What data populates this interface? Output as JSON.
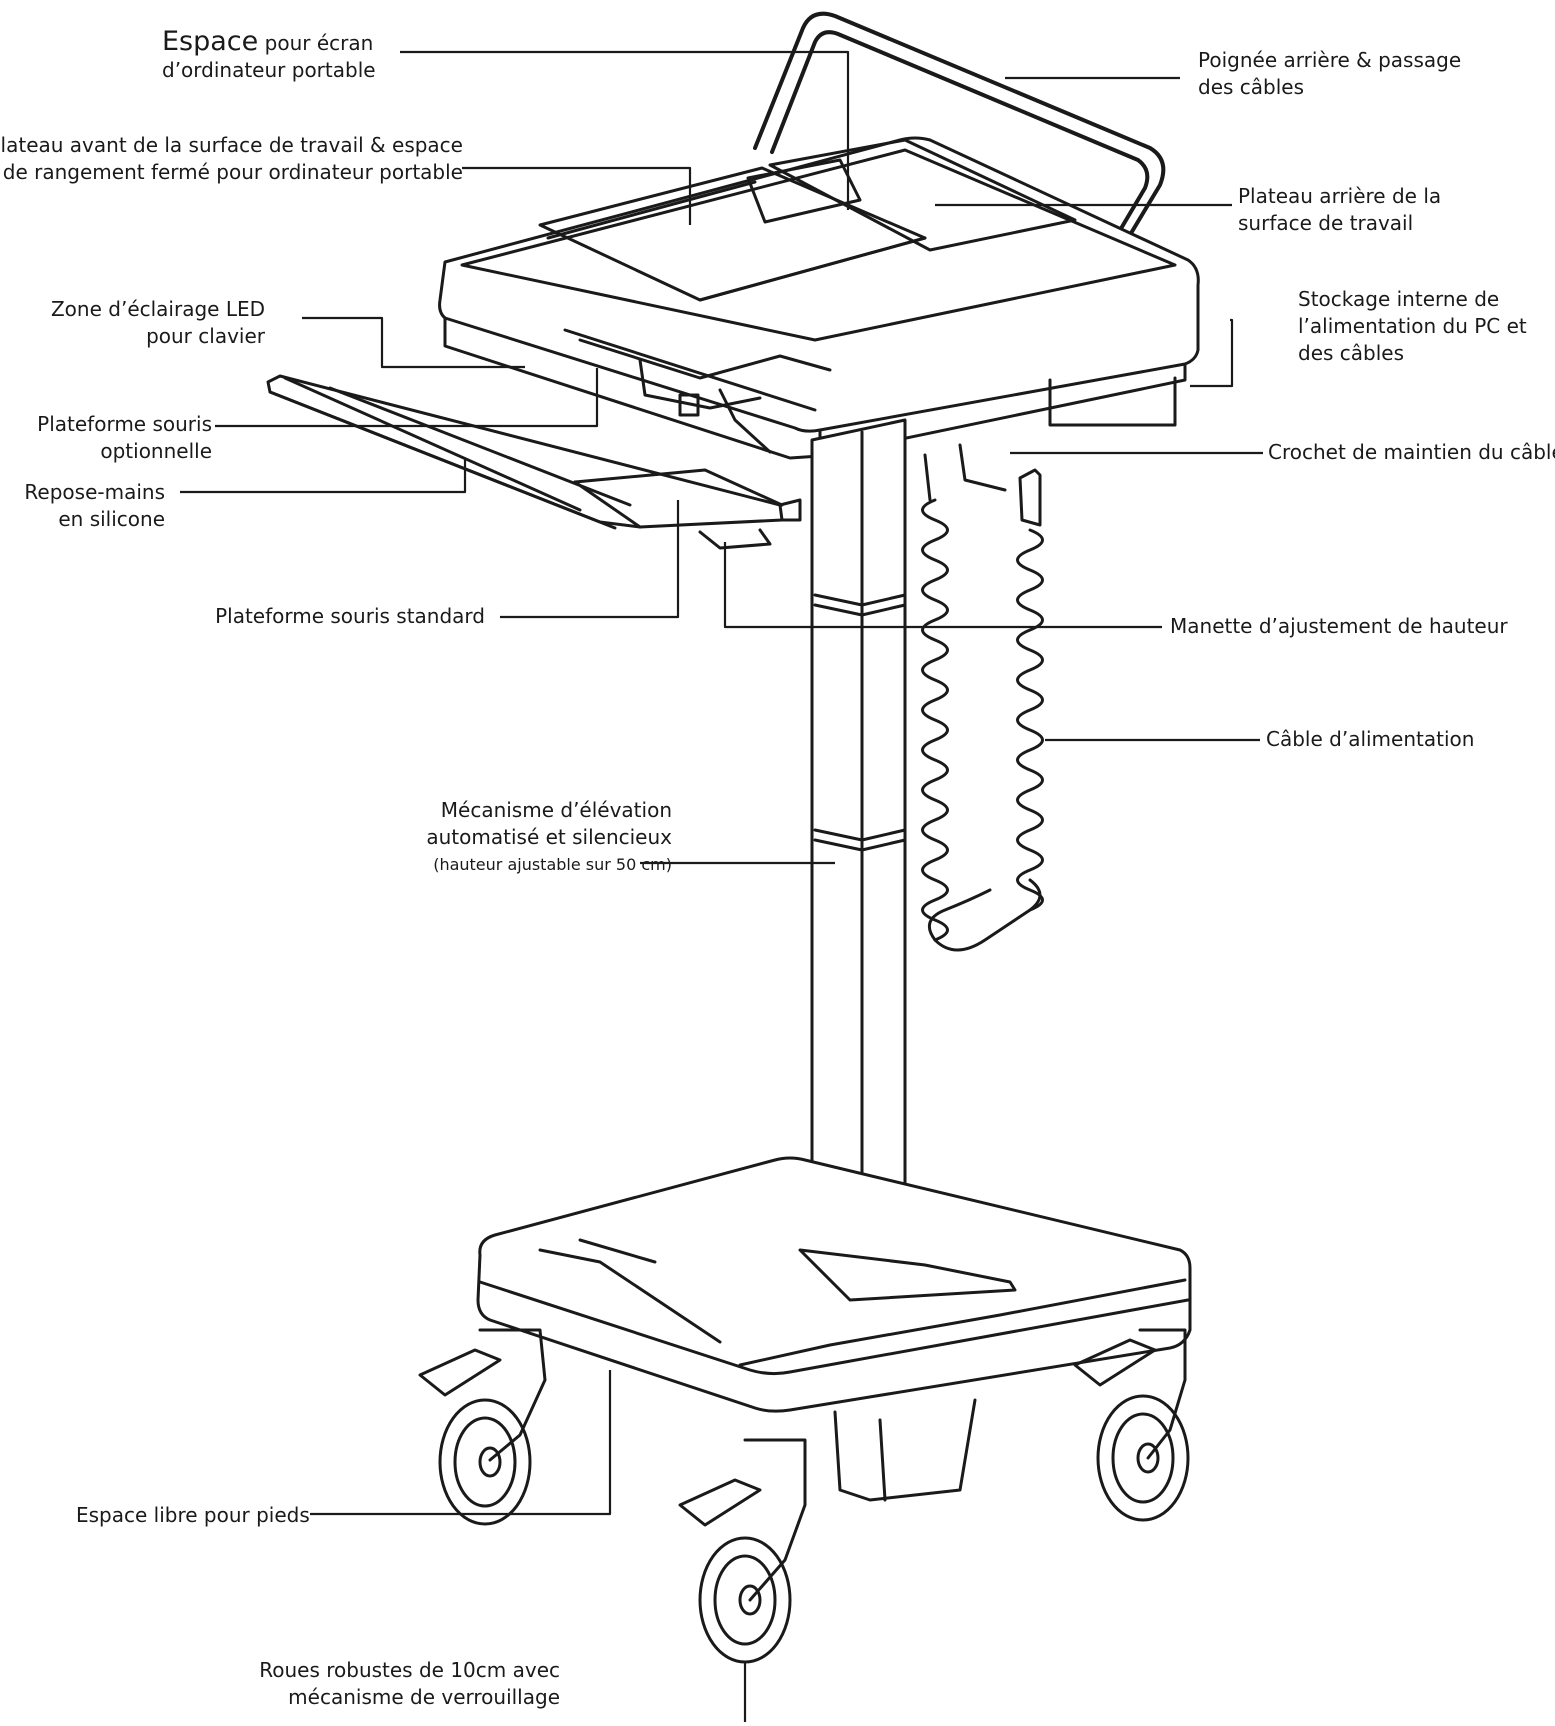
{
  "callouts": {
    "screen_space": {
      "lead": "Espace",
      "rest": "pour écran",
      "line2": "d’ordinateur portable"
    },
    "rear_handle": {
      "line1": "Poignée arrière & passage",
      "line2": "des câbles"
    },
    "front_tray": {
      "line1": "Plateau avant de la surface de travail & espace",
      "line2": "de rangement fermé pour ordinateur portable"
    },
    "rear_tray": {
      "line1": "Plateau arrière de la",
      "line2": "surface de travail"
    },
    "led_zone": {
      "line1": "Zone d’éclairage LED",
      "line2": "pour clavier"
    },
    "internal_storage": {
      "line1": "Stockage interne de",
      "line2": "l’alimentation du PC et",
      "line3": "des câbles"
    },
    "optional_mouse": {
      "line1": "Plateforme souris",
      "line2": "optionnelle"
    },
    "cable_hook": {
      "line1": "Crochet de maintien du câble"
    },
    "wrist_rest": {
      "line1": "Repose-mains",
      "line2": "en silicone"
    },
    "standard_mouse": {
      "line1": "Plateforme souris standard"
    },
    "height_lever": {
      "line1": "Manette d’ajustement de hauteur"
    },
    "power_cable": {
      "line1": "Câble d’alimentation"
    },
    "lift": {
      "line1": "Mécanisme d’élévation",
      "line2": "automatisé et silencieux",
      "line3": "(hauteur ajustable sur 50 cm)"
    },
    "legroom": {
      "line1": "Espace libre pour pieds"
    },
    "wheels": {
      "line1": "Roues robustes de 10cm avec",
      "line2": "mécanisme de verrouillage"
    }
  }
}
